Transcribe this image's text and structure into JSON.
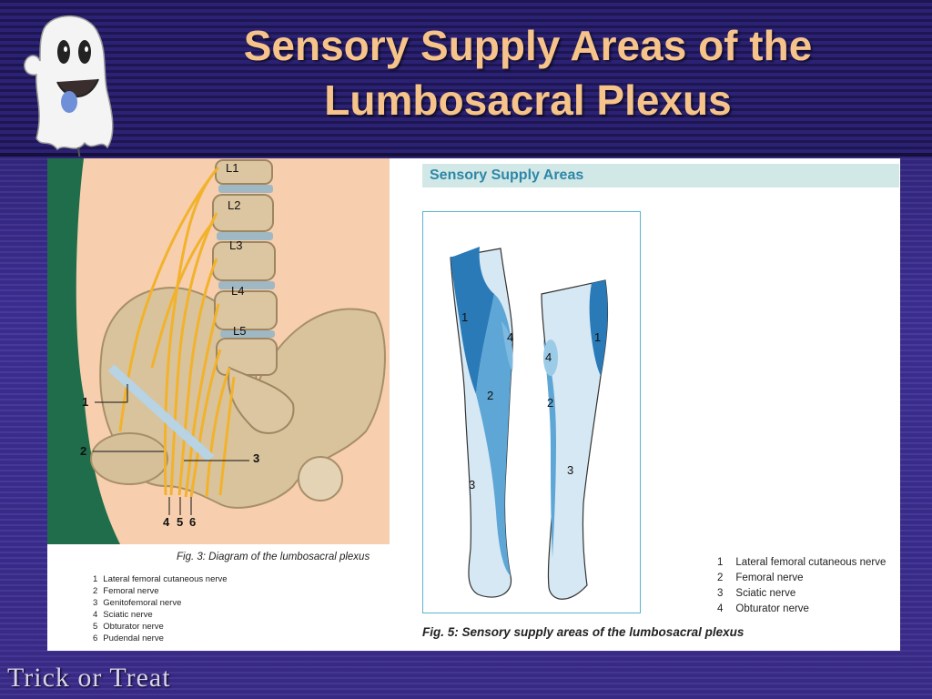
{
  "slide": {
    "title_line1": "Sensory Supply Areas of the",
    "title_line2": "Lumbosacral Plexus",
    "footer_logo": "Trick or Treat",
    "colors": {
      "title": "#f6c38a",
      "background": "#3a2d8a",
      "accent_blue": "#2e87a8"
    }
  },
  "left_figure": {
    "vertebra_labels": [
      "L1",
      "L2",
      "L3",
      "L4",
      "L5"
    ],
    "callouts": [
      "1",
      "2",
      "3",
      "4",
      "5",
      "6"
    ],
    "caption": "Fig. 3: Diagram of the lumbosacral plexus",
    "legend": [
      {
        "num": "1",
        "label": "Lateral femoral cutaneous nerve"
      },
      {
        "num": "2",
        "label": "Femoral nerve"
      },
      {
        "num": "3",
        "label": "Genitofemoral nerve"
      },
      {
        "num": "4",
        "label": "Sciatic nerve"
      },
      {
        "num": "5",
        "label": "Obturator nerve"
      },
      {
        "num": "6",
        "label": "Pudendal nerve"
      }
    ]
  },
  "right_figure": {
    "header": "Sensory Supply Areas",
    "leg_region_labels": [
      "1",
      "4",
      "2",
      "3",
      "4",
      "1",
      "2",
      "3"
    ],
    "caption": "Fig. 5: Sensory supply areas of the lumbosacral plexus",
    "legend": [
      {
        "num": "1",
        "label": "Lateral femoral cutaneous nerve"
      },
      {
        "num": "2",
        "label": "Femoral nerve"
      },
      {
        "num": "3",
        "label": "Sciatic nerve"
      },
      {
        "num": "4",
        "label": "Obturator nerve"
      }
    ]
  }
}
